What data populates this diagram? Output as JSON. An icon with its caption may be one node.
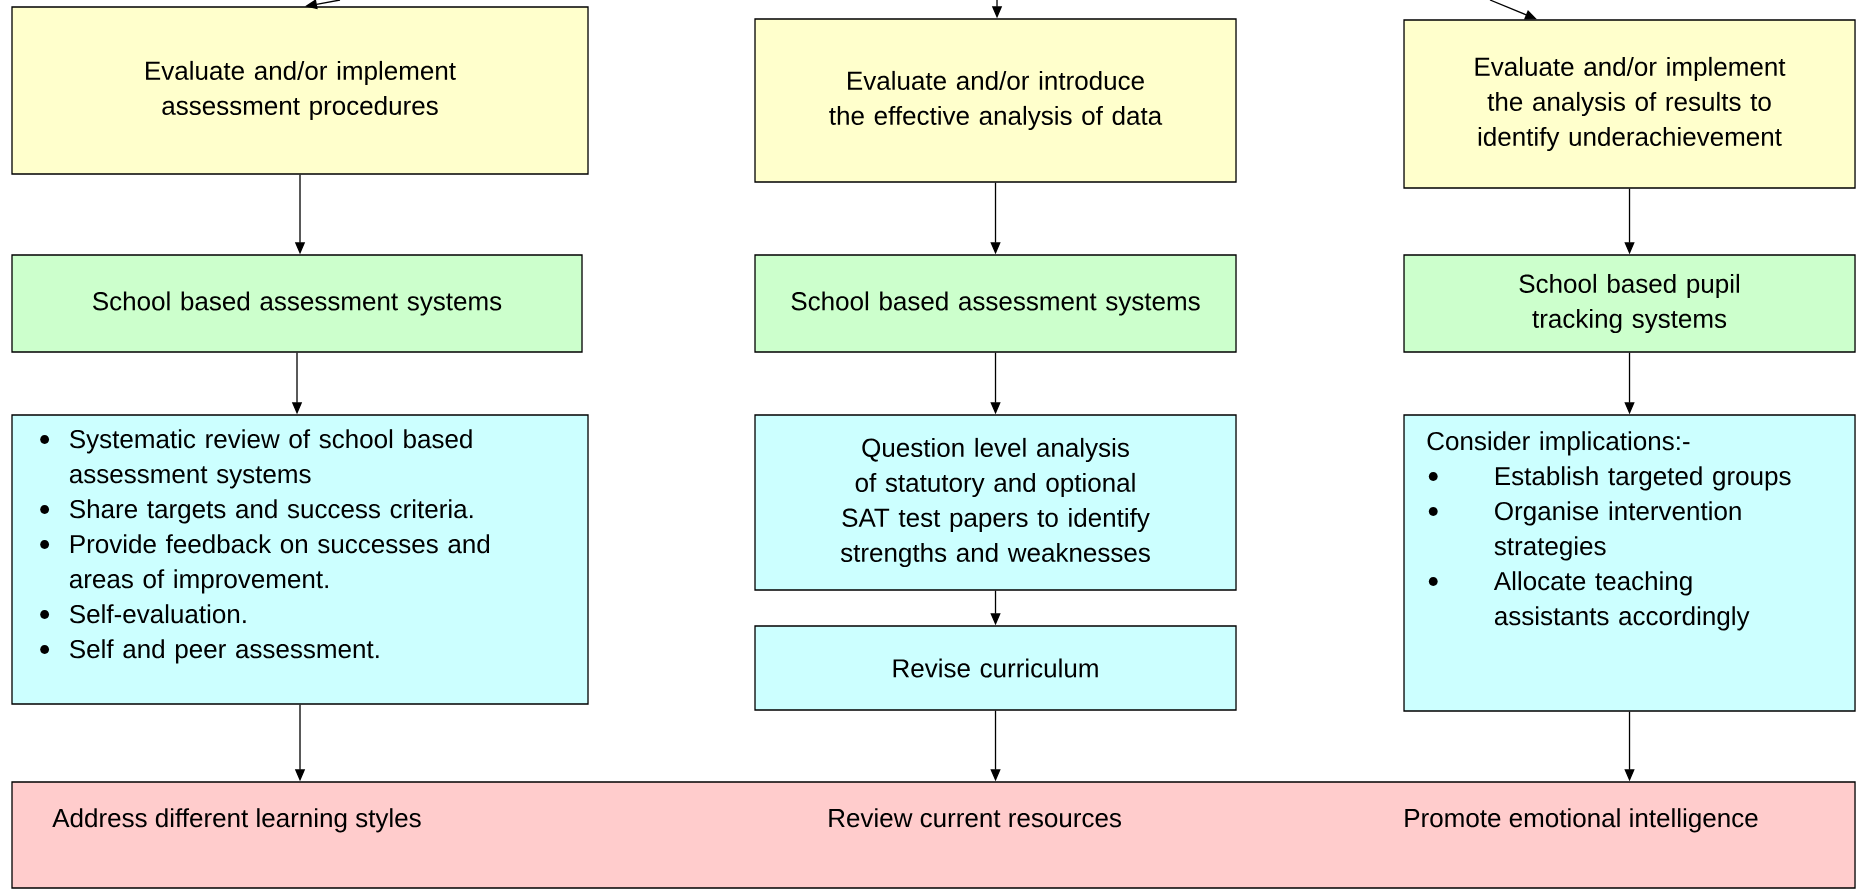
{
  "diagram": {
    "nodes": [
      {
        "text": [
          "Evaluate and/or implement assessment  procedures"
        ]
      },
      {
        "text": [
          "Evaluate and/or introduce the effective analysis of data"
        ]
      },
      {
        "text": [
          "Evaluate and/or implement the analysis of results to identify underachievement"
        ]
      },
      {
        "text": [
          "School based assessment systems"
        ]
      },
      {
        "text": [
          "School based assessment systems"
        ]
      },
      {
        "text": [
          "School based pupil tracking systems"
        ]
      },
      {
        "text": [
          "Systematic review of school based assessment systems",
          "Share targets and success criteria.",
          "Provide feedback on successes and areas of improvement.",
          "Self-evaluation.",
          "Self and peer assessment."
        ]
      },
      {
        "text": [
          "Question level analysis of statutory and optional SAT test papers to identify strengths and weaknesses"
        ]
      },
      {
        "text": [
          "Consider implications:-",
          "Establish targeted groups",
          "Organise intervention strategies",
          "Allocate teaching assistants accordingly"
        ]
      },
      {
        "text": [
          "Revise curriculum"
        ]
      },
      {
        "text": [
          "Address different learning styles",
          "Review current resources",
          "Promote emotional intelligence"
        ]
      }
    ],
    "edges": [
      {
        "from": null,
        "to": 0,
        "arrow": "to"
      },
      {
        "from": null,
        "to": 1,
        "arrow": "to"
      },
      {
        "from": null,
        "to": 2,
        "arrow": "to"
      },
      {
        "from": 0,
        "to": 3,
        "arrow": "to"
      },
      {
        "from": 1,
        "to": 4,
        "arrow": "to"
      },
      {
        "from": 2,
        "to": 5,
        "arrow": "to"
      },
      {
        "from": 3,
        "to": 6,
        "arrow": "to"
      },
      {
        "from": 4,
        "to": 7,
        "arrow": "to"
      },
      {
        "from": 5,
        "to": 8,
        "arrow": "to"
      },
      {
        "from": 7,
        "to": 9,
        "arrow": "to"
      },
      {
        "from": 6,
        "to": 10,
        "arrow": "to"
      },
      {
        "from": 9,
        "to": 10,
        "arrow": "to"
      },
      {
        "from": 8,
        "to": 10,
        "arrow": "to"
      }
    ]
  }
}
